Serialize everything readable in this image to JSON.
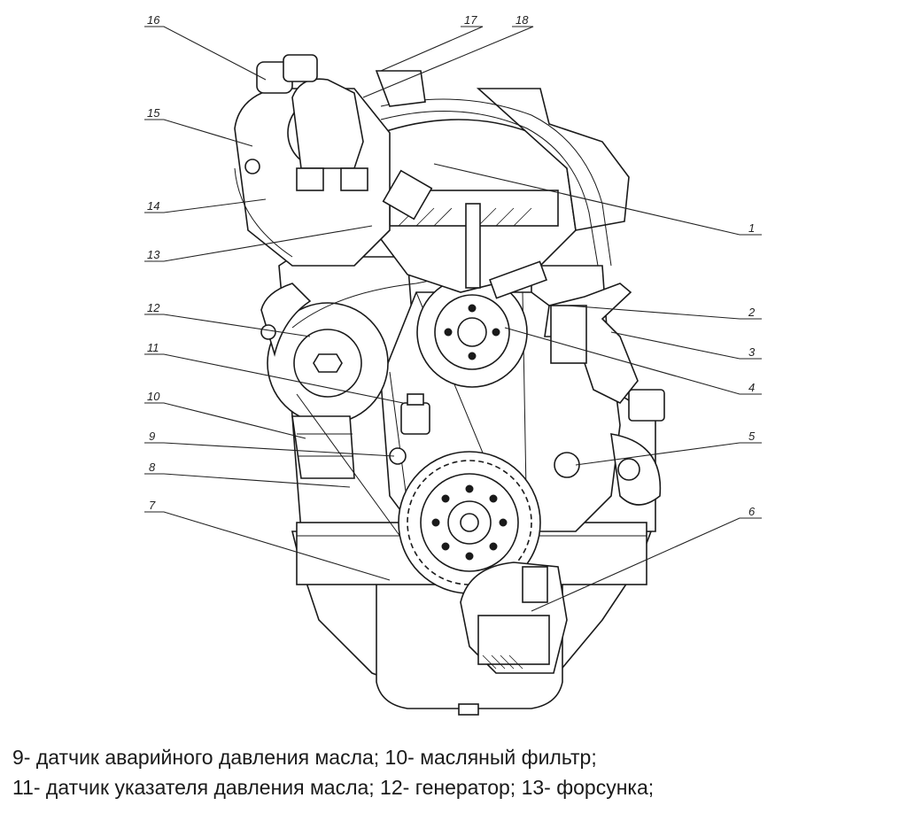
{
  "callouts": [
    {
      "n": "1"
    },
    {
      "n": "2"
    },
    {
      "n": "3"
    },
    {
      "n": "4"
    },
    {
      "n": "5"
    },
    {
      "n": "6"
    },
    {
      "n": "7"
    },
    {
      "n": "8"
    },
    {
      "n": "9"
    },
    {
      "n": "10"
    },
    {
      "n": "11"
    },
    {
      "n": "12"
    },
    {
      "n": "13"
    },
    {
      "n": "14"
    },
    {
      "n": "15"
    },
    {
      "n": "16"
    },
    {
      "n": "17"
    },
    {
      "n": "18"
    }
  ],
  "caption": {
    "line1": "9- датчик аварийного давления масла; 10- масляный фильтр;",
    "line2": "11- датчик указателя давления масла; 12- генератор; 13- форсунка;"
  }
}
